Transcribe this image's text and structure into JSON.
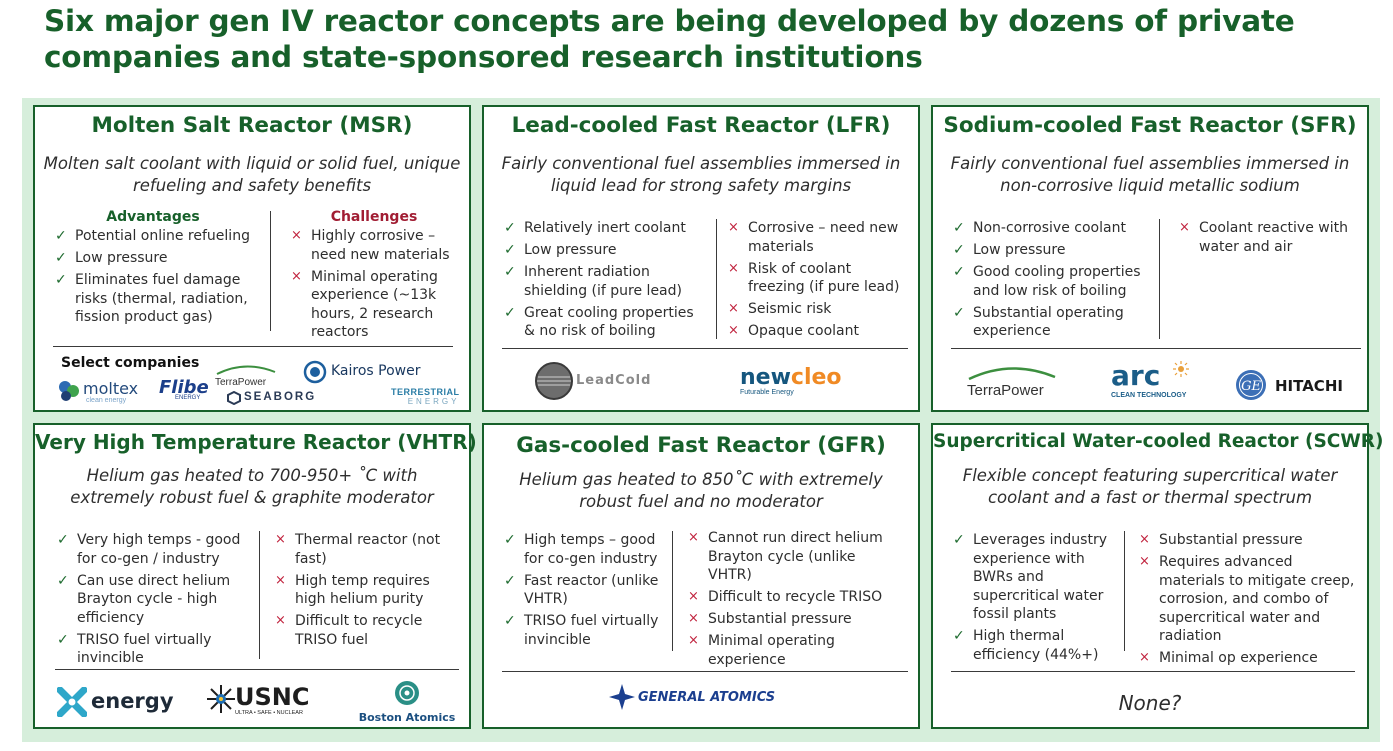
{
  "title": {
    "line1": "Six major gen IV reactor concepts are being developed by dozens of private",
    "line2": "companies and state-sponsored research institutions"
  },
  "colors": {
    "title_green": "#17602a",
    "panel_bg": "#d6eedb",
    "check": "#1e6b2f",
    "cross": "#c0213c",
    "challenge_head": "#a11d33"
  },
  "icons": {
    "advantage": "check-mark-icon",
    "challenge": "cross-mark-icon"
  },
  "marks": {
    "check": "✓",
    "cross": "×"
  },
  "headings": {
    "advantages": "Advantages",
    "challenges": "Challenges",
    "select_companies": "Select companies"
  },
  "msr": {
    "title": "Molten Salt Reactor (MSR)",
    "sub1": "Molten salt coolant with liquid or solid fuel, unique",
    "sub2": "refueling and safety benefits",
    "advantages": [
      "Potential online refueling",
      "Low pressure",
      "Eliminates fuel damage risks (thermal, radiation, fission product gas)"
    ],
    "challenges": [
      "Highly corrosive – need new materials",
      "Minimal operating experience (~13k hours, 2 research reactors"
    ],
    "logos": {
      "moltex": "moltex",
      "moltex_sub": "clean energy",
      "flibe": "Flibe",
      "flibe_sub": "ENERGY",
      "terrapower": "TerraPower",
      "kairos": "Kairos Power",
      "seaborg": "SEABORG",
      "terrestrial": "TERRESTRIAL",
      "terrestrial_sub": "ENERGY"
    }
  },
  "lfr": {
    "title": "Lead-cooled Fast Reactor (LFR)",
    "sub1": "Fairly conventional fuel assemblies immersed in",
    "sub2": "liquid lead for strong safety margins",
    "advantages": [
      "Relatively inert coolant",
      "Low pressure",
      "Inherent radiation shielding (if pure lead)",
      "Great cooling properties & no risk of boiling"
    ],
    "challenges": [
      "Corrosive – need new materials",
      "Risk of coolant freezing (if pure lead)",
      "Seismic risk",
      "Opaque coolant"
    ],
    "logos": {
      "leadcold": "LeadCold",
      "newcleo": "newcleo",
      "newcleo_sub": "Futurable Energy"
    }
  },
  "sfr": {
    "title": "Sodium-cooled Fast Reactor (SFR)",
    "sub1": "Fairly conventional fuel assemblies immersed in",
    "sub2": "non-corrosive liquid metallic sodium",
    "advantages": [
      "Non-corrosive coolant",
      "Low pressure",
      "Good cooling properties and low risk of boiling",
      "Substantial operating experience"
    ],
    "challenges": [
      "Coolant reactive with water and air"
    ],
    "logos": {
      "terrapower": "TerraPower",
      "arc": "arc",
      "arc_sub": "CLEAN TECHNOLOGY",
      "ge": "GE",
      "hitachi": "HITACHI"
    }
  },
  "vhtr": {
    "title": "Very High Temperature Reactor (VHTR)",
    "sub1": "Helium gas heated to 700-950+ ˚C with",
    "sub2": "extremely robust fuel & graphite moderator",
    "advantages": [
      "Very high temps - good for co-gen / industry",
      "Can use direct helium Brayton cycle - high efficiency",
      "TRISO fuel virtually invincible"
    ],
    "challenges": [
      "Thermal reactor (not fast)",
      "High temp requires high helium purity",
      "Difficult to recycle TRISO fuel"
    ],
    "logos": {
      "xenergy": "energy",
      "usnc": "USNC",
      "usnc_sub": "ULTRA • SAFE • NUCLEAR",
      "boston": "Boston Atomics"
    }
  },
  "gfr": {
    "title": "Gas-cooled Fast Reactor (GFR)",
    "sub1": "Helium gas heated to 850˚C with extremely",
    "sub2": "robust fuel and no moderator",
    "advantages": [
      "High temps – good for co-gen industry",
      "Fast reactor (unlike VHTR)",
      "TRISO fuel virtually invincible"
    ],
    "challenges": [
      "Cannot run direct helium Brayton cycle (unlike VHTR)",
      "Difficult to recycle TRISO",
      "Substantial pressure",
      "Minimal operating experience"
    ],
    "logos": {
      "ga": "GENERAL ATOMICS"
    }
  },
  "scwr": {
    "title": "Supercritical Water-cooled Reactor (SCWR)",
    "sub1": "Flexible concept featuring supercritical water",
    "sub2": "coolant and a fast or thermal spectrum",
    "advantages": [
      "Leverages industry experience with BWRs and supercritical water fossil plants",
      "High thermal efficiency (44%+)"
    ],
    "challenges": [
      "Substantial pressure",
      "Requires advanced materials to mitigate creep, corrosion, and combo of supercritical water and radiation",
      "Minimal op experience"
    ],
    "none": "None?"
  }
}
